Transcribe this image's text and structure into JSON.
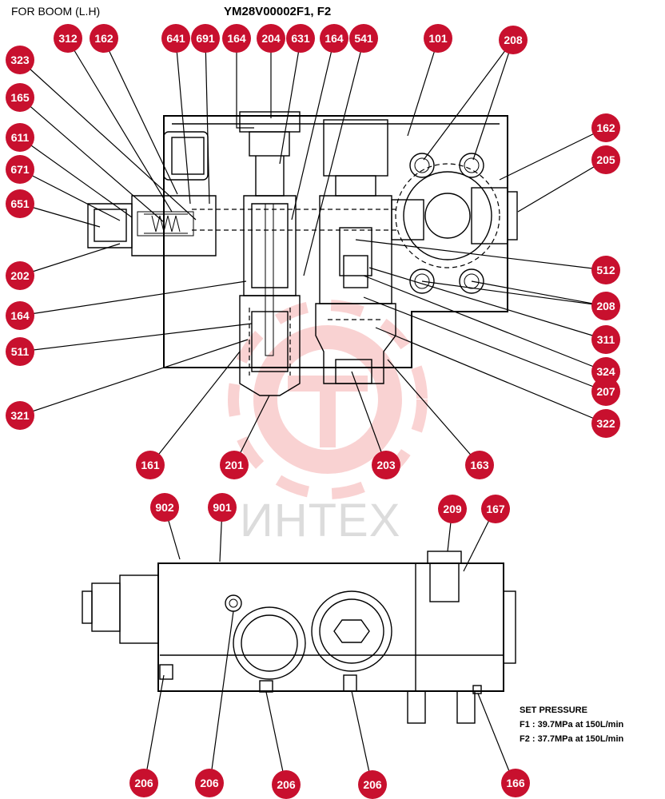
{
  "header": {
    "left_title": "FOR  BOOM (L.H)",
    "part_number": "YM28V00002F1, F2"
  },
  "watermark": "ИНТЕХ",
  "set_pressure": {
    "title": "SET PRESSURE",
    "f1": "F1 : 39.7MPa  at  150L/min",
    "f2": "F2 : 37.7MPa  at  150L/min"
  },
  "colors": {
    "bubble": "#c8102e",
    "watermark": "#f2b8b8"
  },
  "callouts": [
    "312",
    "162",
    "641",
    "691",
    "164",
    "204",
    "631",
    "164",
    "541",
    "101",
    "208",
    "323",
    "165",
    "611",
    "671",
    "651",
    "202",
    "164",
    "511",
    "321",
    "161",
    "201",
    "203",
    "163",
    "162",
    "205",
    "512",
    "208",
    "311",
    "324",
    "207",
    "322",
    "902",
    "901",
    "209",
    "167",
    "206",
    "206",
    "206",
    "206",
    "166"
  ]
}
